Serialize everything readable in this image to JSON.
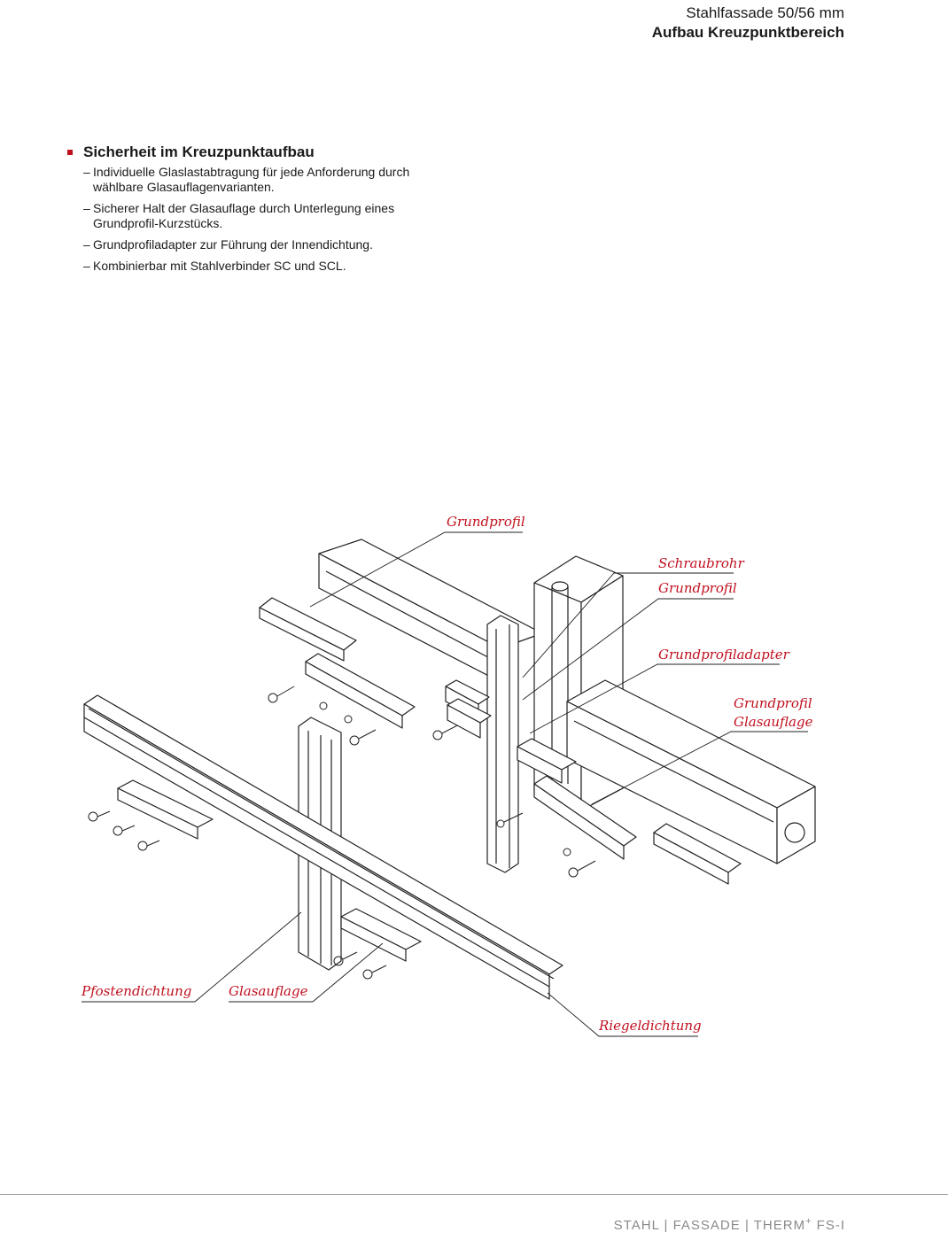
{
  "header": {
    "line1": "Stahlfassade 50/56 mm",
    "line2": "Aufbau Kreuzpunktbereich"
  },
  "section": {
    "title": "Sicherheit im Kreuzpunktaufbau",
    "items": [
      "Individuelle Glaslastabtragung für jede Anforderung durch wählbare Glasauflagenvarianten.",
      "Sicherer Halt der Glasauflage durch Unterlegung eines Grundprofil-Kurzstücks.",
      "Grundprofiladapter zur Führung der Innendichtung.",
      "Kombinierbar mit Stahlverbinder SC und SCL."
    ],
    "bullet_color": "#c0101e"
  },
  "labels": {
    "grundprofil_top": "Grundprofil",
    "schraubrohr": "Schraubrohr",
    "grundprofil_right": "Grundprofil",
    "grundprofiladapter": "Grundprofiladapter",
    "grundprofil_glas_1": "Grundprofil",
    "grundprofil_glas_2": "Glasauflage",
    "pfostendichtung": "Pfostendichtung",
    "glasauflage": "Glasauflage",
    "riegeldichtung": "Riegeldichtung"
  },
  "footer": {
    "brand": "STAHL | FASSADE | THERM",
    "sup": "+",
    "suffix": " FS-I"
  },
  "colors": {
    "accent": "#c0101e",
    "line": "#222222"
  }
}
